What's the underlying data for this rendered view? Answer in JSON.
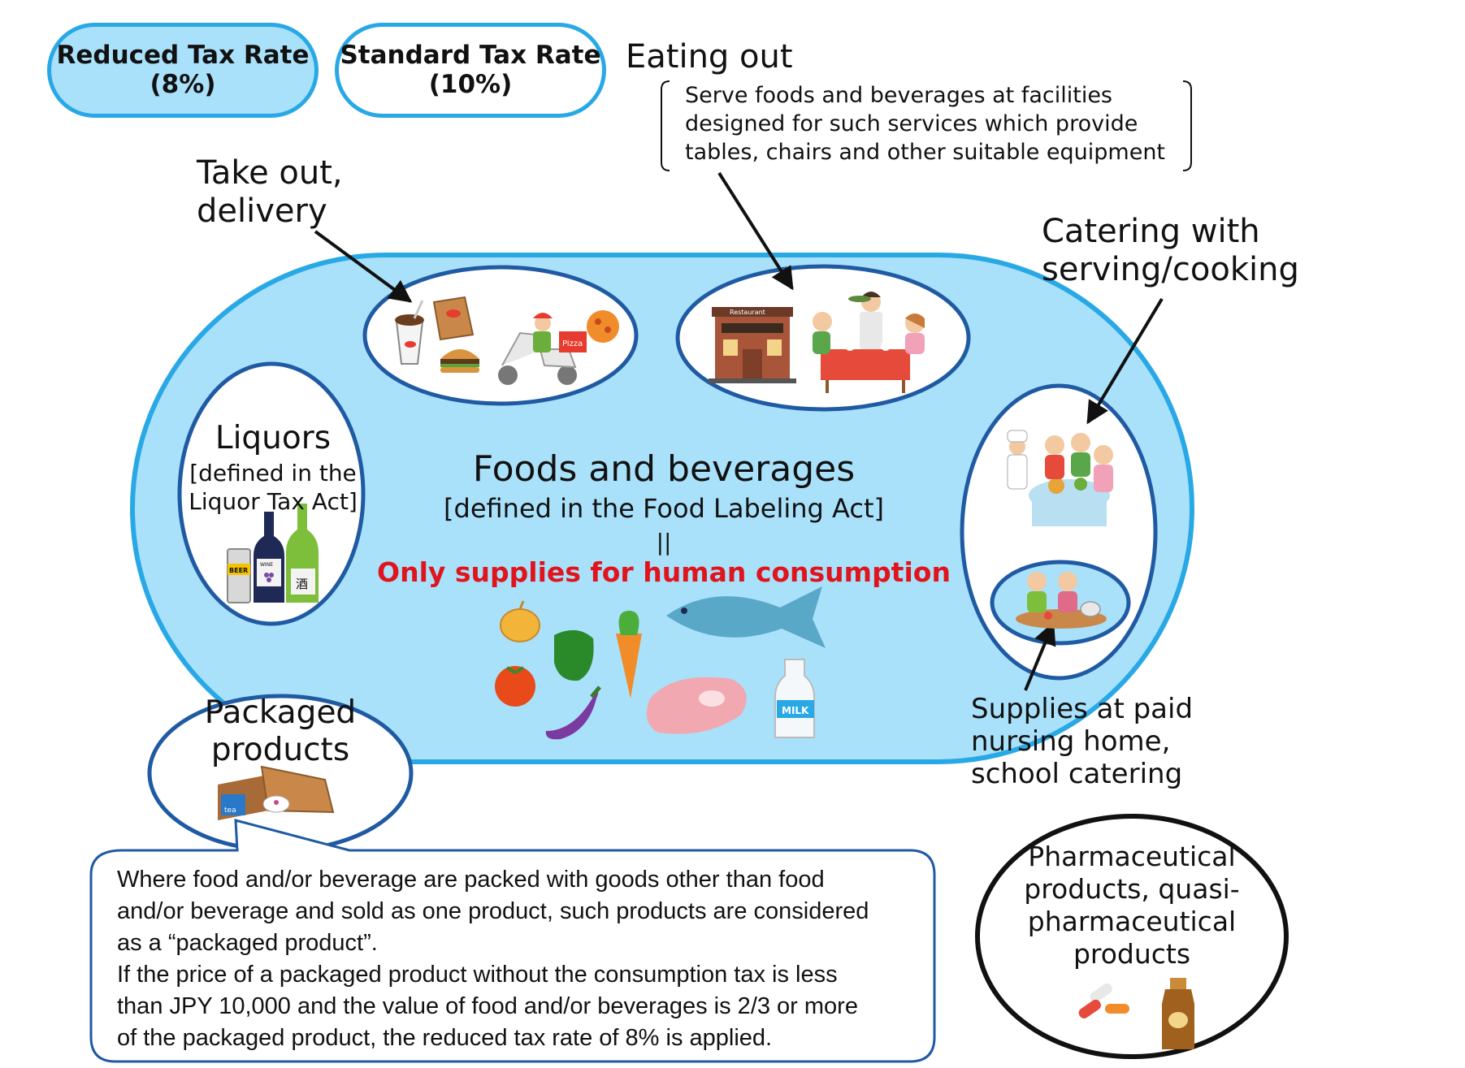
{
  "legend": {
    "reduced": "Reduced Tax Rate\n(8%)",
    "standard": "Standard Tax Rate\n(10%)",
    "reduced_color": "#a9e1fb",
    "standard_color": "#ffffff"
  },
  "eating_out": {
    "title": "Eating out",
    "description": "Serve foods and beverages at facilities\ndesigned for such services which provide\ntables, chairs and other suitable equipment",
    "restaurant_sign": "Restaurant"
  },
  "take_out": {
    "label": "Take out,\ndelivery",
    "pizza_sign": "Pizza"
  },
  "catering": {
    "label": "Catering with\nserving/cooking"
  },
  "liquors": {
    "title": "Liquors",
    "subtitle": "[defined in the\nLiquor Tax Act]",
    "beer": "BEER",
    "wine": "WINE",
    "sake": "酒"
  },
  "center": {
    "title": "Foods and beverages",
    "subtitle": "[defined in the Food Labeling Act]",
    "equals": "||",
    "highlight": "Only supplies for human consumption",
    "highlight_color": "#e0141c",
    "milk": "MILK"
  },
  "packaged": {
    "label": "Packaged\nproducts",
    "tea_label": "tea"
  },
  "nursing": {
    "label": "Supplies at paid\nnursing home,\nschool catering"
  },
  "pharma": {
    "label": "Pharmaceutical\nproducts, quasi-\npharmaceutical\nproducts"
  },
  "callout": {
    "text": "Where food and/or beverage are packed with goods other than food\nand/or beverage and sold as one product, such products are considered\nas a “packaged product”.\nIf the price of a packaged product without the consumption tax is less\nthan JPY 10,000 and the value of food and/or beverages is 2/3 or more\nof the packaged product, the reduced tax rate of 8% is applied."
  },
  "colors": {
    "ring": "#29a8e6",
    "dark_ring": "#1f5aa3",
    "field": "#a9e1fb"
  }
}
